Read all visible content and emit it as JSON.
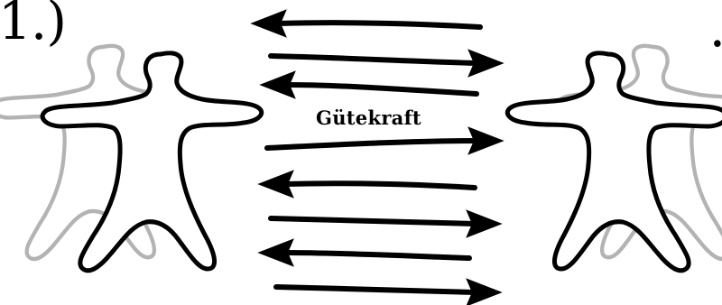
{
  "step_label": "1.)",
  "trailing_mark": ".",
  "force_label": "Gütekraft",
  "figures": {
    "left": {
      "name": "left-person",
      "ghost": true
    },
    "right": {
      "name": "right-person",
      "ghost": true
    }
  },
  "arrows": [
    {
      "direction": "left"
    },
    {
      "direction": "right"
    },
    {
      "direction": "left"
    },
    {
      "direction": "right"
    },
    {
      "direction": "left"
    },
    {
      "direction": "right"
    },
    {
      "direction": "left"
    },
    {
      "direction": "right"
    }
  ],
  "colors": {
    "outline": "#000000",
    "ghost": "#b3b3b3",
    "fill": "#ffffff"
  }
}
